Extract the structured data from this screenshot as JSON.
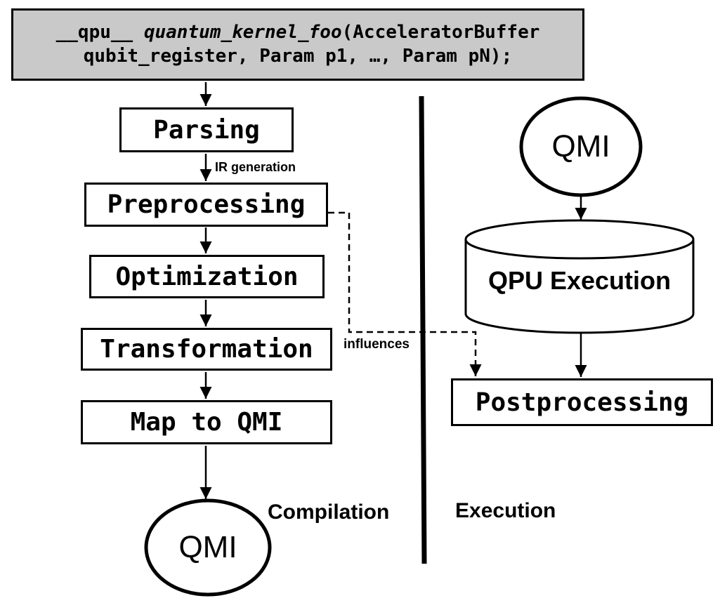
{
  "code": {
    "line1_prefix": "__qpu__ ",
    "line1_kernel": "quantum_kernel_foo",
    "line1_suffix": "(AcceleratorBuffer",
    "line2": "qubit_register, Param p1, …, Param pN);"
  },
  "compilation_steps": [
    "Parsing",
    "Preprocessing",
    "Optimization",
    "Transformation",
    "Map to QMI"
  ],
  "nodes": {
    "qmi_left": "QMI",
    "qmi_right": "QMI",
    "qpu_execution": "QPU Execution",
    "postprocessing": "Postprocessing"
  },
  "labels": {
    "ir_generation": "IR generation",
    "influences": "influences",
    "compilation": "Compilation",
    "execution": "Execution"
  },
  "colors": {
    "code_box_bg": "#c9c9c9",
    "stroke": "#000000",
    "background": "#ffffff"
  }
}
